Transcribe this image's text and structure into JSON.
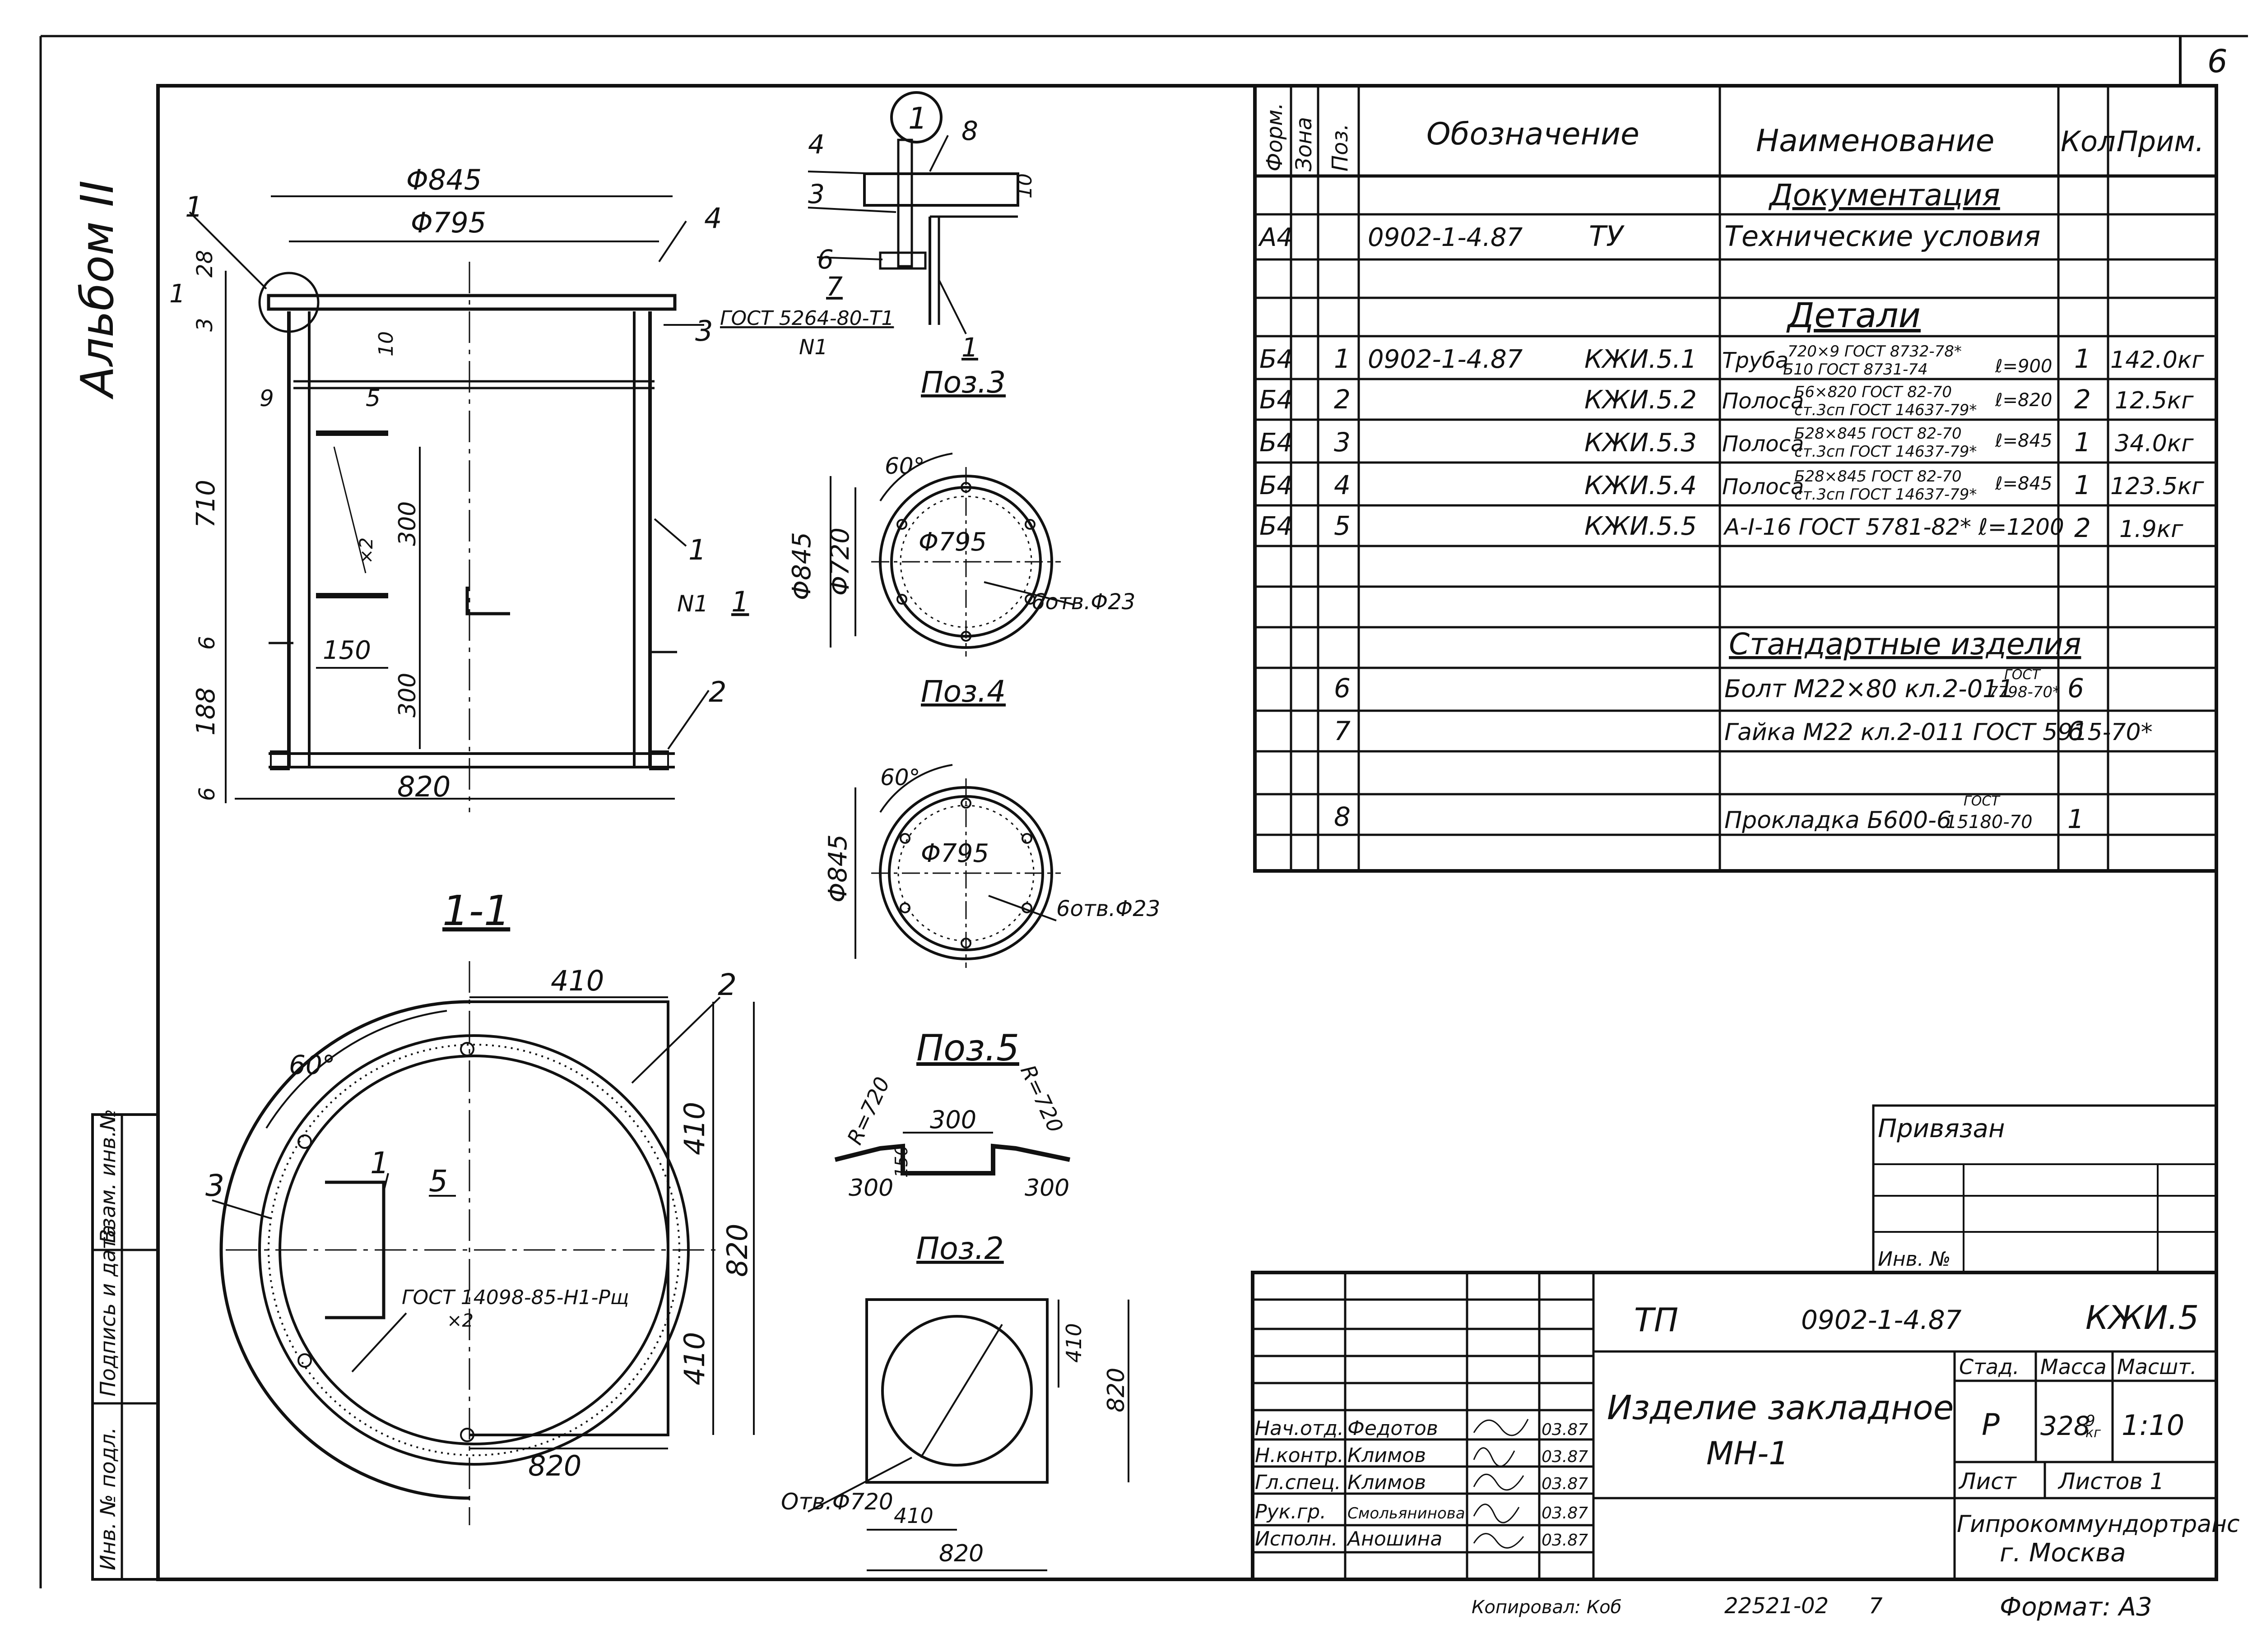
{
  "sheet_number": "6",
  "album_label": "Альбом II",
  "spec_table": {
    "headers": {
      "format": "Форм.",
      "zone": "Зона",
      "pos": "Поз.",
      "designation": "Обозначение",
      "name": "Наименование",
      "qty": "Кол.",
      "note": "Прим."
    },
    "section_docs": "Документация",
    "doc_row": {
      "format": "А4",
      "code": "0902-1-4.87",
      "code_suffix": "ТУ",
      "name": "Технические условия"
    },
    "section_parts": "Детали",
    "parts": [
      {
        "format": "Б4",
        "pos": "1",
        "code": "0902-1-4.87",
        "mark": "КЖИ.5.1",
        "name": "Труба",
        "spec_top": "720×9 ГОСТ 8732-78*",
        "spec_bottom": "Б10 ГОСТ 8731-74",
        "length": "ℓ=900",
        "qty": "1",
        "note": "142.0кг"
      },
      {
        "format": "Б4",
        "pos": "2",
        "code": "",
        "mark": "КЖИ.5.2",
        "name": "Полоса",
        "spec_top": "Б6×820 ГОСТ 82-70",
        "spec_bottom": "ст.3сп ГОСТ 14637-79*",
        "length": "ℓ=820",
        "qty": "2",
        "note": "12.5кг"
      },
      {
        "format": "Б4",
        "pos": "3",
        "code": "",
        "mark": "КЖИ.5.3",
        "name": "Полоса",
        "spec_top": "Б28×845 ГОСТ 82-70",
        "spec_bottom": "ст.3сп ГОСТ 14637-79*",
        "length": "ℓ=845",
        "qty": "1",
        "note": "34.0кг"
      },
      {
        "format": "Б4",
        "pos": "4",
        "code": "",
        "mark": "КЖИ.5.4",
        "name": "Полоса",
        "spec_top": "Б28×845 ГОСТ 82-70",
        "spec_bottom": "ст.3сп ГОСТ 14637-79*",
        "length": "ℓ=845",
        "qty": "1",
        "note": "123.5кг"
      },
      {
        "format": "Б4",
        "pos": "5",
        "code": "",
        "mark": "КЖИ.5.5",
        "name": "А-I-16 ГОСТ 5781-82* ℓ=1200",
        "spec_top": "",
        "spec_bottom": "",
        "length": "",
        "qty": "2",
        "note": "1.9кг"
      }
    ],
    "section_std": "Стандартные изделия",
    "std": [
      {
        "pos": "6",
        "name": "Болт М22×80 кл.2-011",
        "gost_top": "ГОСТ",
        "gost": "7798-70*",
        "qty": "6"
      },
      {
        "pos": "7",
        "name": "Гайка М22 кл.2-011 ГОСТ 5915-70*",
        "gost_top": "",
        "gost": "",
        "qty": "6"
      },
      {
        "pos": "8",
        "name": "Прокладка Б600-6",
        "gost_top": "ГОСТ",
        "gost": "15180-70",
        "qty": "1"
      }
    ]
  },
  "main_view": {
    "dims": {
      "d845": "Φ845",
      "d795": "Φ795",
      "d820": "820",
      "h28": "28",
      "h3": "3",
      "h10": "10",
      "h710": "710",
      "h6a": "6",
      "h188": "188",
      "h6b": "6",
      "w9": "9",
      "w5": "5",
      "w300a": "300",
      "w300b": "300",
      "x2": "×2",
      "w150": "150"
    },
    "callouts": [
      "1",
      "4",
      "3",
      "1",
      "2",
      "5",
      "1"
    ],
    "gost_note": "ГОСТ 5264-80-Т1",
    "weld_mark": "N1",
    "cut_mark": "1",
    "detail_mark": "1"
  },
  "section_1_1": {
    "title": "1-1",
    "dims": {
      "top410": "410",
      "v410a": "410",
      "v410b": "410",
      "v820": "820",
      "bottom820": "820",
      "angle": "60°"
    },
    "callouts": [
      "2",
      "3",
      "1",
      "5"
    ],
    "weld_note_top": "ГОСТ 14098-85-Н1-Рщ",
    "weld_note_bottom": "×2"
  },
  "pos3": {
    "title": "Поз.3",
    "detail": "1",
    "callouts": [
      "4",
      "3",
      "6",
      "7",
      "8",
      "1"
    ],
    "dim": "10"
  },
  "pos4": {
    "title": "Поз.4",
    "d845": "Φ845",
    "d720": "Φ720",
    "d795": "Φ795",
    "holes": "6отв.Φ23",
    "angle": "60°"
  },
  "pos_unnamed": {
    "d845": "Φ845",
    "d795": "Φ795",
    "holes": "6отв.Φ23",
    "angle": "60°"
  },
  "pos5": {
    "title": "Поз.5",
    "r_left": "R=720",
    "r_right": "R=720",
    "top": "300",
    "left": "300",
    "right": "300",
    "mid": "150"
  },
  "pos2": {
    "title": "Поз.2",
    "hole": "Отв.Φ720",
    "d410a": "410",
    "d820a": "820",
    "d410b": "410",
    "d820b": "820"
  },
  "binding": {
    "label": "Привязан",
    "inv": "Инв. №"
  },
  "left_strip": [
    "Взам. инв.№",
    "Подпись и дата",
    "Инв. № подл."
  ],
  "title_block": {
    "project": "ТП",
    "code": "0902-1-4.87",
    "mark": "КЖИ.5",
    "name_line1": "Изделие закладное",
    "name_line2": "МН-1",
    "stage_h": "Стад.",
    "mass_h": "Масса",
    "scale_h": "Масшт.",
    "stage": "Р",
    "mass": "328",
    "mass_sup": "9",
    "mass_unit": "кг",
    "scale": "1:10",
    "sheet": "Лист",
    "sheets": "Листов 1",
    "org_line1": "Гипрокоммундортранс",
    "org_line2": "г. Москва",
    "staff": [
      {
        "role": "Нач.отд.",
        "name": "Федотов",
        "date": "03.87"
      },
      {
        "role": "Н.контр.",
        "name": "Климов",
        "date": "03.87"
      },
      {
        "role": "Гл.спец.",
        "name": "Климов",
        "date": "03.87"
      },
      {
        "role": "Рук.гр.",
        "name": "Смольянинова",
        "date": "03.87"
      },
      {
        "role": "Исполн.",
        "name": "Аношина",
        "date": "03.87"
      }
    ]
  },
  "footer": {
    "copied": "Копировал: Коб",
    "number": "22521-02",
    "page": "7",
    "format": "Формат: А3"
  }
}
